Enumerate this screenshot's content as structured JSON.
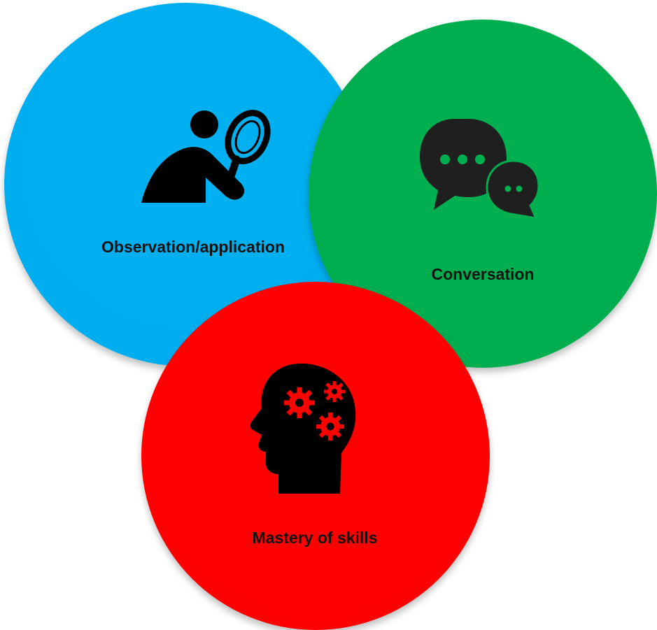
{
  "diagram": {
    "circles": [
      {
        "id": "observation",
        "label": "Observation/application",
        "icon": "person-magnifier-icon",
        "color": "#00b0f0"
      },
      {
        "id": "conversation",
        "label": "Conversation",
        "icon": "speech-bubbles-icon",
        "color": "#00b050"
      },
      {
        "id": "mastery",
        "label": "Mastery of skills",
        "icon": "head-gears-icon",
        "color": "#ff0000"
      }
    ]
  }
}
